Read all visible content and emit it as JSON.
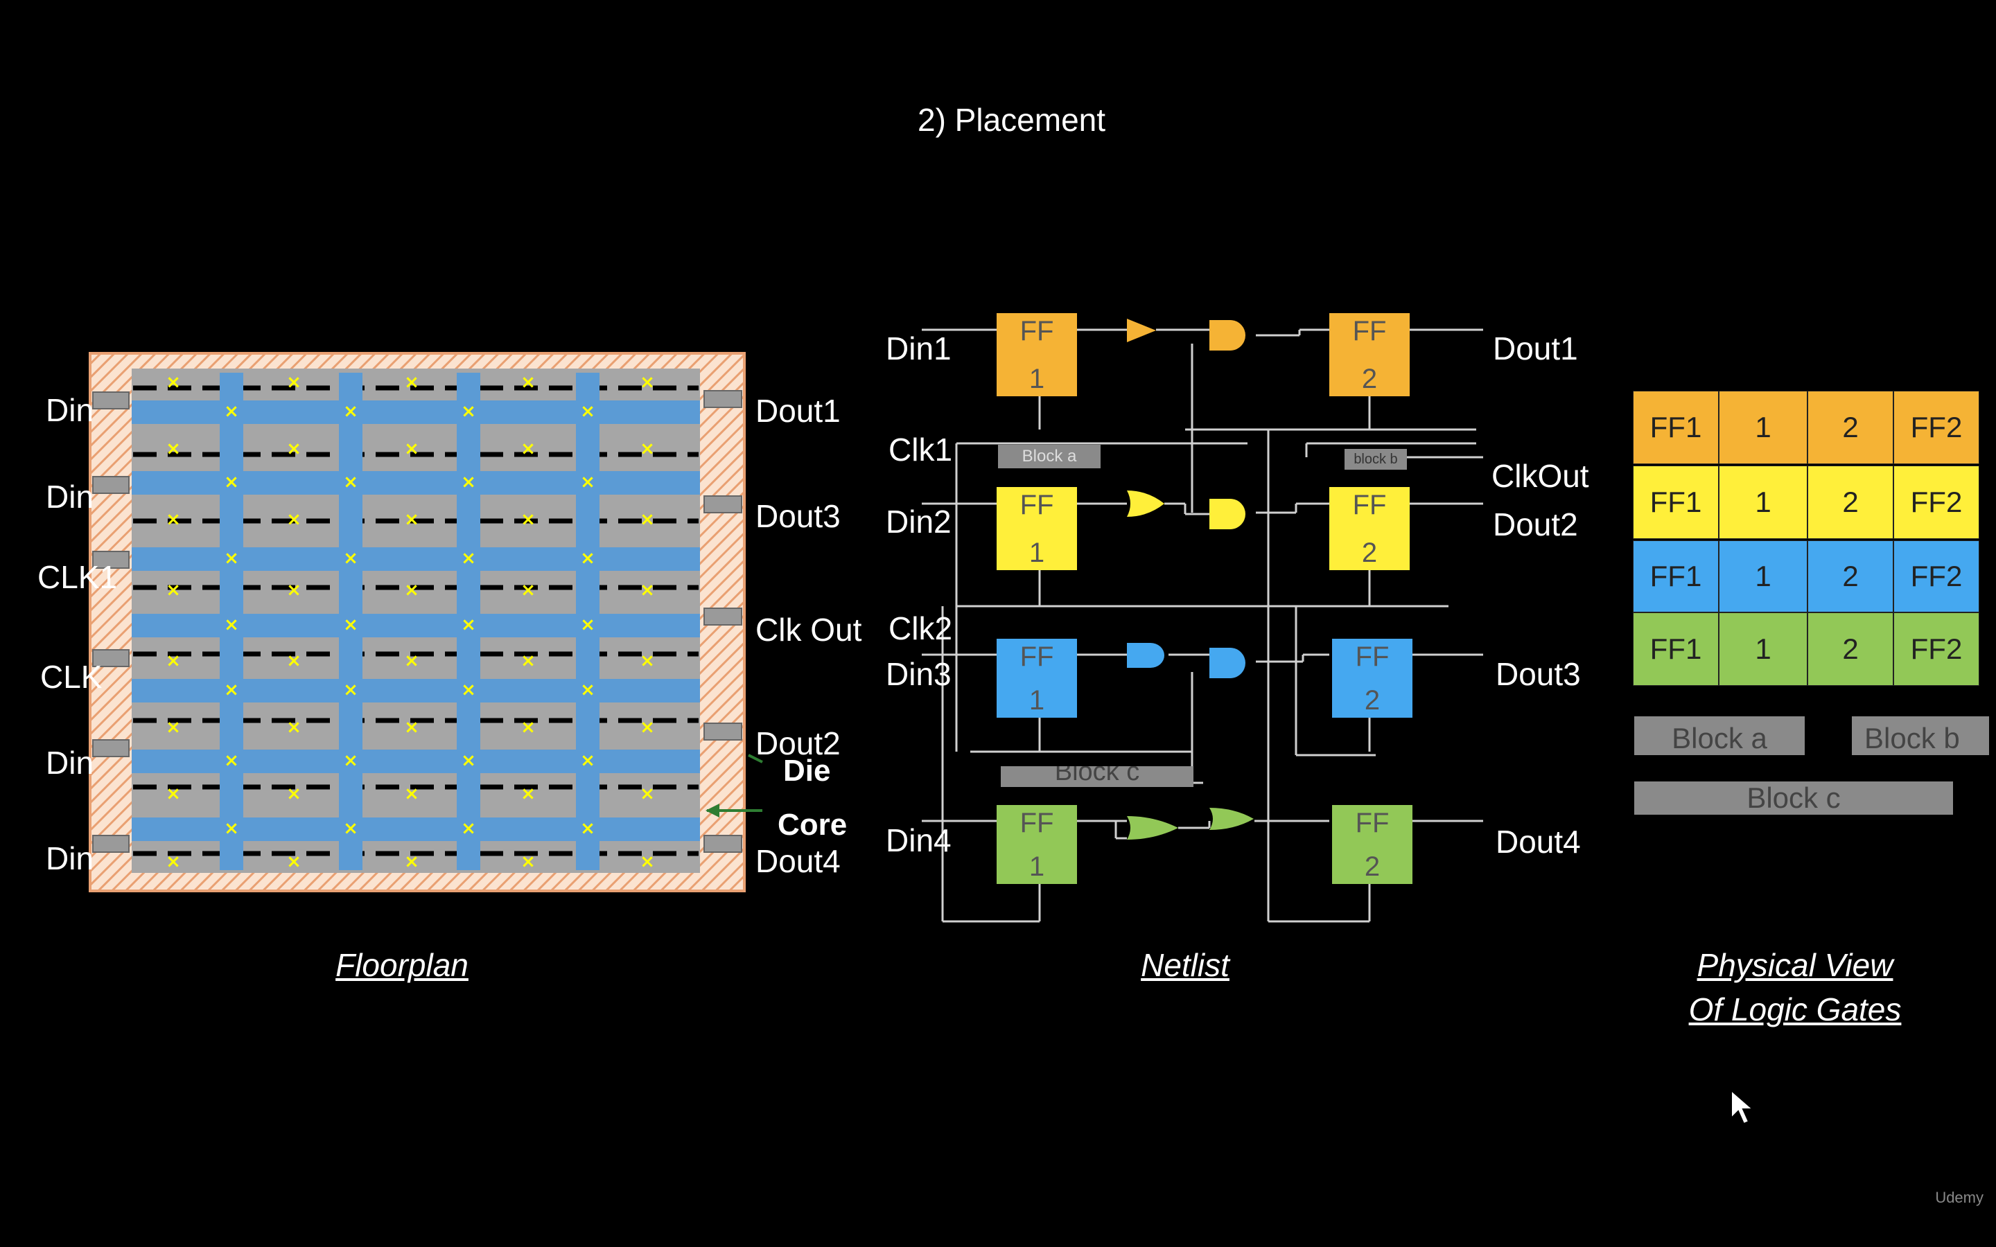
{
  "title": "2) Placement",
  "captions": {
    "floorplan": "Floorplan",
    "netlist": "Netlist",
    "physical_line1": "Physical View",
    "physical_line2": "Of Logic Gates"
  },
  "floorplan": {
    "left_pins": [
      "Din",
      "Din",
      "CLK1",
      "CLK",
      "Din",
      "Din"
    ],
    "right_pins": [
      "Dout1",
      "Dout3",
      "Clk Out",
      "Dout2",
      "Dout4"
    ],
    "die_label": "Die",
    "core_label": "Core",
    "colors": {
      "die_border": "#e9a072",
      "hatch": "#f3c9a8",
      "core": "#a6a6a6",
      "row": "#5b9bd5",
      "marker": "#ffff00"
    }
  },
  "netlist": {
    "inputs": [
      "Din1",
      "Clk1",
      "Din2",
      "Clk2",
      "Din3",
      "Din4"
    ],
    "outputs": [
      "Dout1",
      "ClkOut",
      "Dout2",
      "Dout3",
      "Dout4"
    ],
    "ff_rows": [
      {
        "color": "#f4b183",
        "fill": "#f5b335",
        "a_top": "FF",
        "a_bot": "1",
        "b_top": "FF",
        "b_bot": "2"
      },
      {
        "color": "#ffff00",
        "fill": "#ffef3a",
        "a_top": "FF",
        "a_bot": "1",
        "b_top": "FF",
        "b_bot": "2"
      },
      {
        "color": "#5b9bd5",
        "fill": "#45a8f0",
        "a_top": "FF",
        "a_bot": "1",
        "b_top": "FF",
        "b_bot": "2"
      },
      {
        "color": "#92d050",
        "fill": "#92c857",
        "a_top": "FF",
        "a_bot": "1",
        "b_top": "FF",
        "b_bot": "2"
      }
    ],
    "block_a": "Block a",
    "block_b": "block b",
    "block_c": "Block c"
  },
  "physical_view": {
    "rows": [
      {
        "color": "#f5b335",
        "cells": [
          "FF1",
          "1",
          "2",
          "FF2"
        ]
      },
      {
        "color": "#ffef3a",
        "cells": [
          "FF1",
          "1",
          "2",
          "FF2"
        ]
      },
      {
        "color": "#45a8f0",
        "cells": [
          "FF1",
          "1",
          "2",
          "FF2"
        ]
      },
      {
        "color": "#92c857",
        "cells": [
          "FF1",
          "1",
          "2",
          "FF2"
        ]
      }
    ],
    "blocks": [
      "Block a",
      "Block b",
      "Block c"
    ]
  },
  "watermark": "Udemy"
}
